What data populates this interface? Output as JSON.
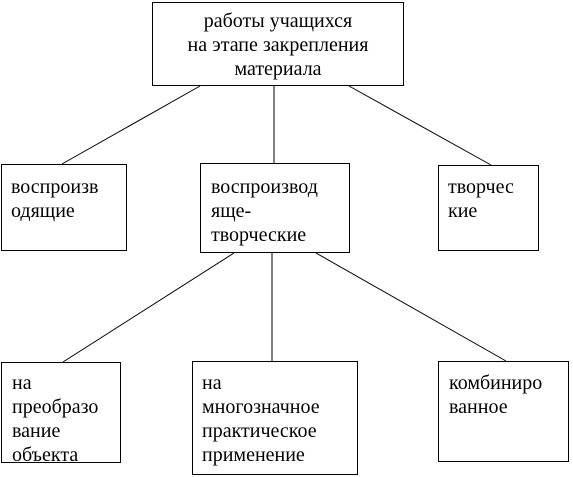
{
  "diagram": {
    "root": {
      "label": "работы учащихся\nна этапе закрепления\nматериала"
    },
    "level1": [
      {
        "label": "воспроизв\nодящие"
      },
      {
        "label": "воспроизвод\nяще-\nтворческие"
      },
      {
        "label": "творчес\nкие"
      }
    ],
    "level2": [
      {
        "label": "на\nпреобразо\nвание\nобъекта"
      },
      {
        "label": "на\nмногозначное\nпрактическое\nприменение"
      },
      {
        "label": "комбиниро\nванное"
      }
    ],
    "edges": [
      {
        "from": "root",
        "to": "level1.0"
      },
      {
        "from": "root",
        "to": "level1.1"
      },
      {
        "from": "root",
        "to": "level1.2"
      },
      {
        "from": "level1.1",
        "to": "level2.0"
      },
      {
        "from": "level1.1",
        "to": "level2.1"
      },
      {
        "from": "level1.1",
        "to": "level2.2"
      }
    ],
    "colors": {
      "line": "#000000",
      "border": "#000000",
      "background": "#ffffff",
      "text": "#000000"
    }
  }
}
